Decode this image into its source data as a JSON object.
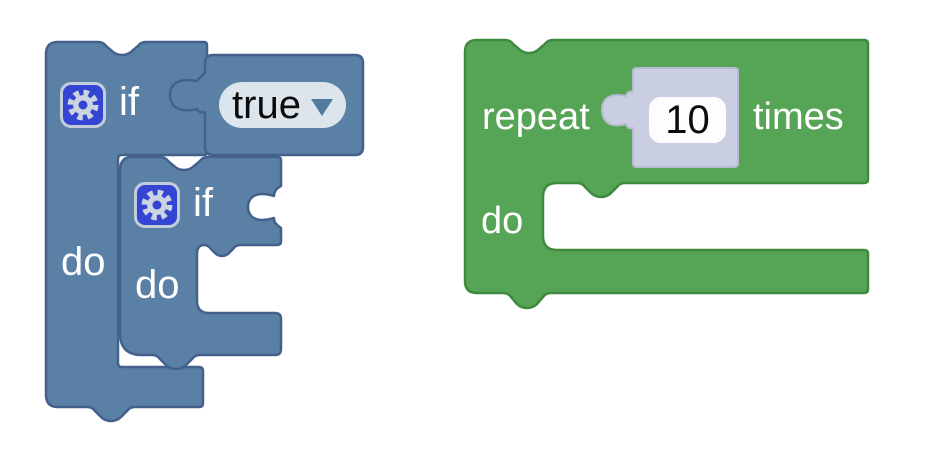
{
  "workspace": {
    "background": "#ffffff",
    "renderer": "blockly-blocks"
  },
  "palette": {
    "logic_blue": "#5b80a5",
    "logic_blue_border": "#44618c",
    "loop_green": "#56a456",
    "loop_green_border": "#3e8a3e",
    "shadow_block_fill": "#c9cfe1",
    "shadow_block_border": "#b4bbd3",
    "field_background": "#fdfdfe",
    "dropdown_background": "#dce4ec",
    "dropdown_arrow": "#527a9e",
    "gear_background": "#3444d3",
    "gear_border": "#c2cdda",
    "gear_glyph_color": "#cbd4e0",
    "label_text": "#ffffff",
    "value_text": "#0b0b0b"
  },
  "left_stack": {
    "outer_if": {
      "if_label": "if",
      "do_label": "do"
    },
    "condition_dropdown": {
      "value": "true"
    },
    "inner_if": {
      "if_label": "if",
      "do_label": "do"
    }
  },
  "repeat_block": {
    "repeat_label": "repeat",
    "count_value": "10",
    "times_label": "times",
    "do_label": "do"
  }
}
